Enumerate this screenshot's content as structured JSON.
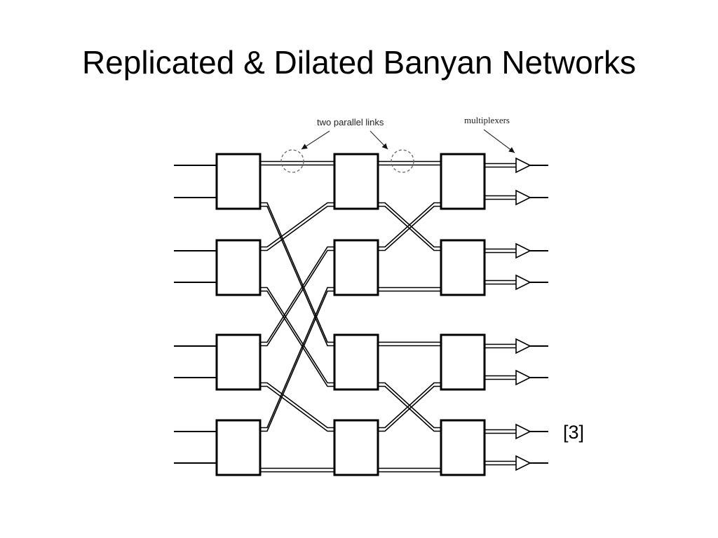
{
  "slide": {
    "title": "Replicated & Dilated Banyan Networks",
    "citation": "[3]"
  },
  "diagram": {
    "annotations": {
      "parallel_links": "two parallel links",
      "multiplexers": "multiplexers"
    },
    "stages": 3,
    "switches_per_stage": 4,
    "inputs": 8,
    "outputs": 8,
    "line_color": "#000000",
    "dashed_circle_color": "#666666"
  }
}
